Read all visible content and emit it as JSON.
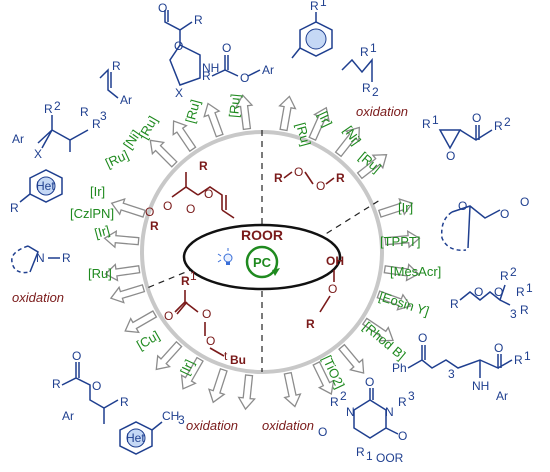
{
  "center": {
    "core_label": "ROOR",
    "pc_label": "PC"
  },
  "quadrants": {
    "diacyl": {
      "atoms": [
        "R",
        "O",
        "O",
        "O",
        "O",
        "R"
      ]
    },
    "dialkyl": {
      "atoms": [
        "R",
        "O",
        "O",
        "R"
      ]
    },
    "perester": {
      "atoms": [
        "R",
        "1",
        "O",
        "O",
        "O",
        "t",
        "Bu"
      ]
    },
    "hydro": {
      "atoms": [
        "OH",
        "O",
        "R"
      ]
    }
  },
  "spokes": [
    {
      "id": "ru-top-left",
      "label": "[Ru]"
    },
    {
      "id": "ni-top-left",
      "label": "[Ni]"
    },
    {
      "id": "ru-top",
      "label": "[Ru]"
    },
    {
      "id": "ru-top2",
      "label": "[Ru]"
    },
    {
      "id": "ru-top-right",
      "label": "[Ru]"
    },
    {
      "id": "ir-top-right",
      "label": "[Ir]"
    },
    {
      "id": "ni-right",
      "label": "[Ni]"
    },
    {
      "id": "ru-right",
      "label": "[Ru]"
    },
    {
      "id": "ir-right",
      "label": "[Ir]"
    },
    {
      "id": "tppt",
      "label": "[TPPT]"
    },
    {
      "id": "mesacr",
      "label": "[MesAcr]"
    },
    {
      "id": "eosin",
      "label": "[Eosin Y]"
    },
    {
      "id": "rhodb",
      "label": "[Rhod B]"
    },
    {
      "id": "tio2",
      "label": "[TiO2]"
    },
    {
      "id": "ir-bottom",
      "label": "[Ir]"
    },
    {
      "id": "cu",
      "label": "[Cu]"
    },
    {
      "id": "ru-left",
      "label": "[Ru]"
    },
    {
      "id": "ir-left",
      "label": "[Ir]"
    },
    {
      "id": "czlpn",
      "label": "[CzlPN]"
    },
    {
      "id": "ir-left2",
      "label": "[Ir]"
    },
    {
      "id": "ru-left2",
      "label": "[Ru]"
    }
  ],
  "oxidation_label": "oxidation",
  "products": {
    "aziridine": [
      "R",
      "R",
      "R",
      "X",
      "Ar",
      "2",
      "3"
    ],
    "alkene": [
      "R",
      "Ar"
    ],
    "oxazolidine": [
      "O",
      "R",
      "O",
      "NH",
      "X"
    ],
    "ester": [
      "O",
      "R",
      "O",
      "Ar"
    ],
    "arene": [
      "R",
      "1"
    ],
    "alkyl": [
      "R",
      "1",
      "R",
      "2"
    ],
    "epoxide": [
      "R",
      "1",
      "O",
      "O",
      "R",
      "2"
    ],
    "dioxolane": [
      "O",
      "O",
      "O"
    ],
    "amine": [
      "N",
      "R"
    ],
    "het_arene": [
      "R",
      "Het"
    ],
    "peroxide": [
      "O",
      "O",
      "R",
      "2",
      "R",
      "1",
      "R",
      "3"
    ],
    "ketone": [
      "Ph",
      "O",
      "O",
      "R",
      "1",
      "3",
      "NH",
      "Ar"
    ],
    "barbiturate": [
      "R",
      "2",
      "O",
      "N",
      "O",
      "N",
      "R",
      "3",
      "O",
      "R",
      "1",
      "OOR"
    ],
    "benzyl_ester": [
      "R",
      "O",
      "O",
      "Ar",
      "R"
    ],
    "het_toluene": [
      "Het",
      "CH",
      "3"
    ]
  }
}
